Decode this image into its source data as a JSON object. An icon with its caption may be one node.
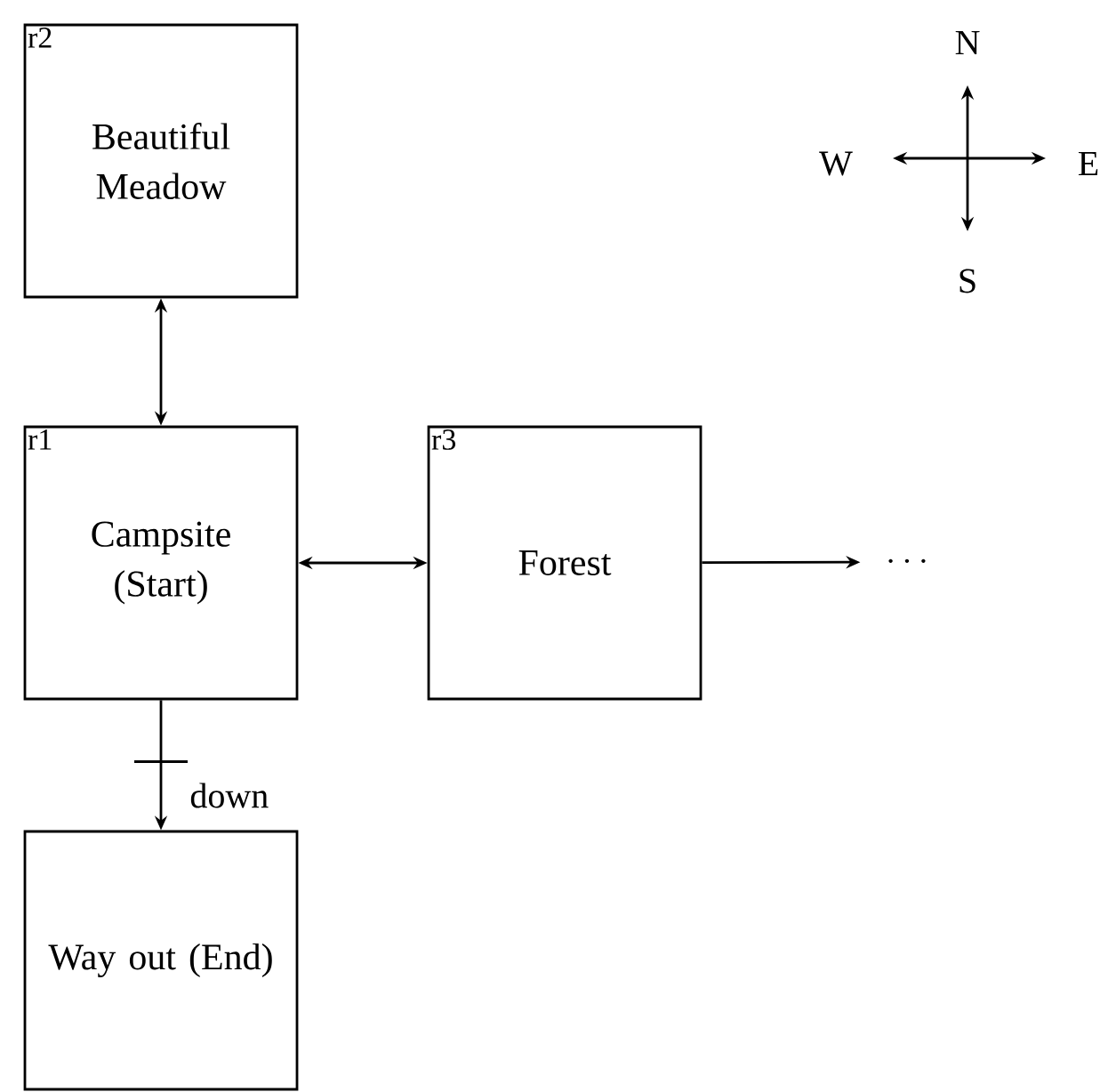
{
  "diagram": {
    "nodes": [
      {
        "text": [
          "r2",
          "Beautiful Meadow"
        ]
      },
      {
        "text": [
          "r1",
          "Campsite (Start)"
        ]
      },
      {
        "text": [
          "r3",
          "Forest"
        ]
      },
      {
        "text": [
          "\\cdots"
        ]
      },
      {
        "text": [
          "Way out (End)"
        ]
      }
    ],
    "edges": [
      {
        "from": 1,
        "to": 0,
        "arrow": "both"
      },
      {
        "from": 1,
        "to": 2,
        "arrow": "both"
      },
      {
        "from": 2,
        "to": 3,
        "arrow": "to"
      },
      {
        "from": 1,
        "to": 4,
        "arrow": "to",
        "label": "down"
      }
    ],
    "labels": [
      "N",
      "W",
      "E",
      "S"
    ]
  }
}
